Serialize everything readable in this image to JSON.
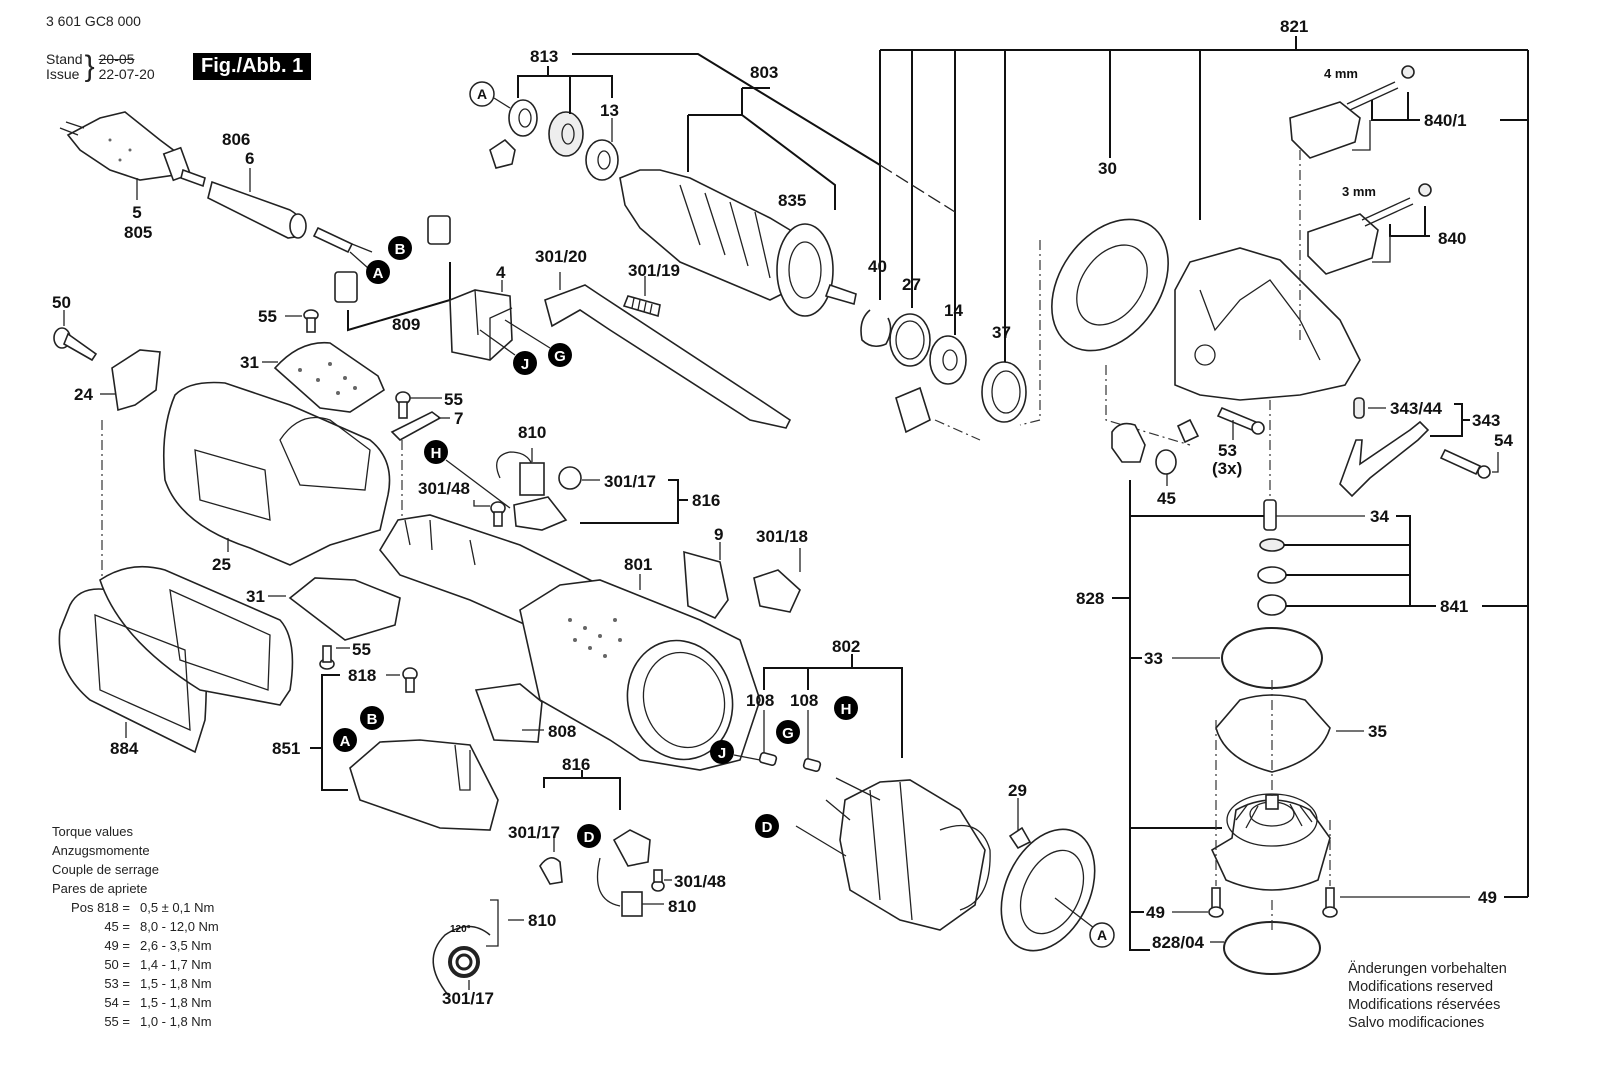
{
  "header": {
    "doc_number": "3 601 GC8 000",
    "stand_label": "Stand",
    "issue_label": "Issue",
    "old_date": "20-05",
    "issue_date": "22-07-20",
    "figure_label": "Fig./Abb. 1"
  },
  "torque": {
    "titles": [
      "Torque values",
      "Anzugsmomente",
      "Couple de serrage",
      "Pares de apriete"
    ],
    "prefix": "Pos",
    "rows": [
      {
        "pos": "818",
        "value": "0,5 ± 0,1 Nm"
      },
      {
        "pos": "45",
        "value": "8,0 - 12,0 Nm"
      },
      {
        "pos": "49",
        "value": "2,6 - 3,5 Nm"
      },
      {
        "pos": "50",
        "value": "1,4 - 1,7 Nm"
      },
      {
        "pos": "53",
        "value": "1,5 - 1,8 Nm"
      },
      {
        "pos": "54",
        "value": "1,5 - 1,8 Nm"
      },
      {
        "pos": "55",
        "value": "1,0 - 1,8 Nm"
      }
    ]
  },
  "modifications": [
    "Änderungen vorbehalten",
    "Modifications reserved",
    "Modifications réservées",
    "Salvo modificaciones"
  ],
  "callouts": {
    "c813": "813",
    "c803": "803",
    "c13": "13",
    "c835": "835",
    "c806": "806",
    "c6": "6",
    "c5": "5",
    "c805": "805",
    "c50": "50",
    "c24": "24",
    "c55a": "55",
    "c31a": "31",
    "c809": "809",
    "c4": "4",
    "c301_20": "301/20",
    "c301_19": "301/19",
    "c55b": "55",
    "c7": "7",
    "c25": "25",
    "c810a": "810",
    "c301_17a": "301/17",
    "c816a": "816",
    "c301_48a": "301/48",
    "c9": "9",
    "c301_18": "301/18",
    "c801": "801",
    "c31b": "31",
    "c55c": "55",
    "c818": "818",
    "c851": "851",
    "c884": "884",
    "c808": "808",
    "c802": "802",
    "c108a": "108",
    "c108b": "108",
    "c816b": "816",
    "c301_17b": "301/17",
    "c301_48b": "301/48",
    "c810b": "810",
    "c810c": "810",
    "c301_17c": "301/17",
    "c29": "29",
    "c40": "40",
    "c27": "27",
    "c14": "14",
    "c37": "37",
    "c30": "30",
    "c821": "821",
    "c840_1": "840/1",
    "c840": "840",
    "c4mm": "4 mm",
    "c3mm": "3 mm",
    "c343_44": "343/44",
    "c343": "343",
    "c54": "54",
    "c53": "53",
    "c3x": "(3x)",
    "c45": "45",
    "c34": "34",
    "c828": "828",
    "c841": "841",
    "c33": "33",
    "c35": "35",
    "c49a": "49",
    "c49b": "49",
    "c828_04": "828/04",
    "angle": "120°"
  },
  "markers": {
    "A": "A",
    "B": "B",
    "D": "D",
    "G": "G",
    "H": "H",
    "J": "J"
  }
}
